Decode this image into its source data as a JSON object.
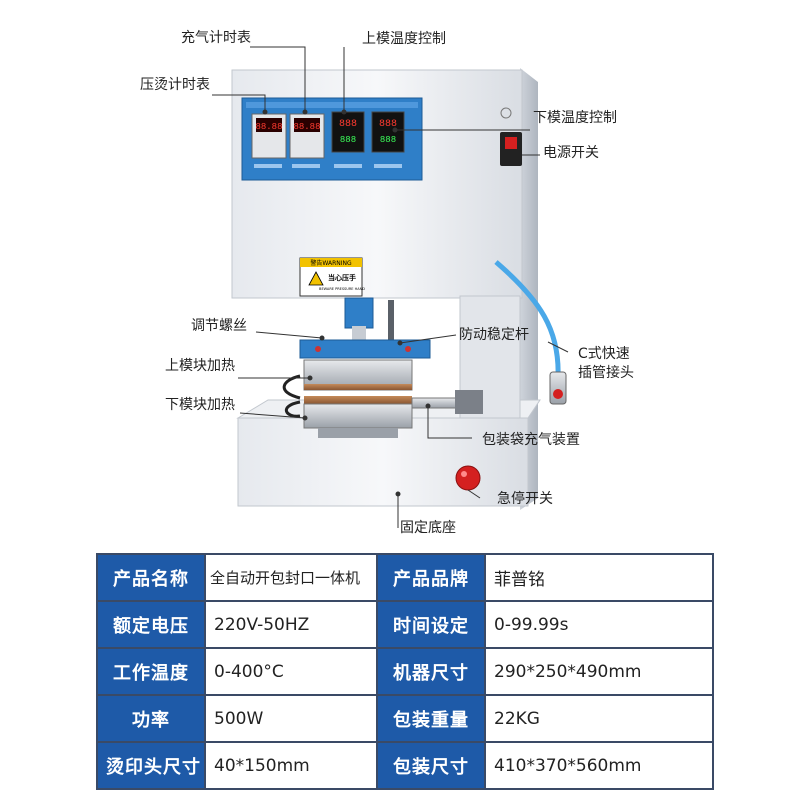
{
  "callouts": {
    "inflate_timer": "充气计时表",
    "upper_temp_control": "上模温度控制",
    "press_timer": "压烫计时表",
    "lower_temp_control": "下模温度控制",
    "power_switch": "电源开关",
    "adjust_screw": "调节螺丝",
    "anti_rock_rod": "防动稳定杆",
    "c_quick_connector_1": "C式快速",
    "c_quick_connector_2": "插管接头",
    "upper_mold_heat": "上模块加热",
    "lower_mold_heat": "下模块加热",
    "bag_inflate_device": "包装袋充气装置",
    "emergency_stop": "急停开关",
    "fixed_base": "固定底座"
  },
  "panel": {
    "warning_header": "警告WARNING",
    "warning_text": "当心压手",
    "warning_sub": "BEWARE PRESSURE HAND",
    "display_1": "88.88",
    "display_2": "88.88",
    "display_3": "888",
    "display_4": "888"
  },
  "specs": {
    "rows": [
      {
        "k1": "产品名称",
        "v1": "全自动开包封口一体机",
        "k2": "产品品牌",
        "v2": "菲普铭"
      },
      {
        "k1": "额定电压",
        "v1": "220V-50HZ",
        "k2": "时间设定",
        "v2": "0-99.99s"
      },
      {
        "k1": "工作温度",
        "v1": "0-400°C",
        "k2": "机器尺寸",
        "v2": "290*250*490mm"
      },
      {
        "k1": "功率",
        "v1": "500W",
        "k2": "包装重量",
        "v2": "22KG"
      },
      {
        "k1": "烫印头尺寸",
        "v1": "40*150mm",
        "k2": "包装尺寸",
        "v2": "410*370*560mm"
      }
    ]
  },
  "colors": {
    "brand_blue": "#1e5aa8",
    "panel_blue": "#2f7fc8",
    "table_border": "#3a4a66",
    "emergency_red": "#d42020"
  }
}
